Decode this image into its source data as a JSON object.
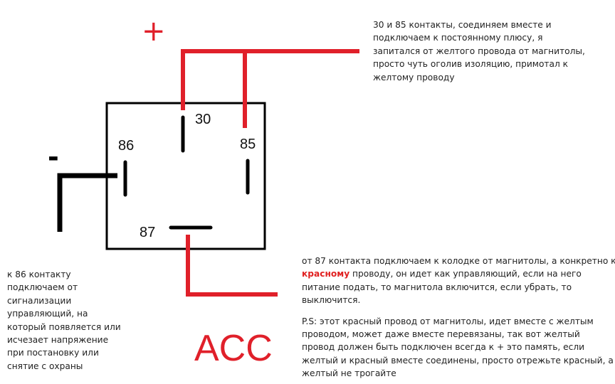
{
  "colors": {
    "wire_positive": "#e0202a",
    "wire_negative": "#000000",
    "relay_outline": "#000000",
    "text": "#222222",
    "highlight": "#e02020"
  },
  "symbols": {
    "plus": "+",
    "minus": "-"
  },
  "relay": {
    "pins": {
      "p30": "30",
      "p85": "85",
      "p86": "86",
      "p87": "87"
    }
  },
  "acc_label": "ACC",
  "notes": {
    "top_right": [
      "30 и 85 контакты, соединяем вместе и",
      "подключаем к постоянному плюсу,  я",
      "запитался от желтого провода от магнитолы,",
      "просто чуть оголив изоляцию, примотал к",
      "желтому проводу"
    ],
    "left": [
      "к 86 контакту",
      "подключаем от",
      "сигнализации",
      "управляющий, на",
      "который появляется или",
      "исчезает напряжение",
      "при постановку или",
      "снятие с охраны"
    ],
    "bottom_right": {
      "line1": "от 87 контакта подключаем к колодке от магнитолы, а конкретно к",
      "line2_highlight": "красному",
      "line2_rest": " проводу, он идет как управляющий, если на него",
      "line3": "питание подать, то магнитола включится, если убрать, то",
      "line4": "выключится.",
      "ps": [
        "P.S: этот красный провод от магнитолы, идет вместе с желтым",
        "проводом, может даже вместе перевязаны, так вот желтый",
        "провод должен быть подключен всегда к + это память, если",
        "желтый и красный вместе соединены, просто отрежьте красный, а",
        "желтый не трогайте"
      ]
    }
  }
}
